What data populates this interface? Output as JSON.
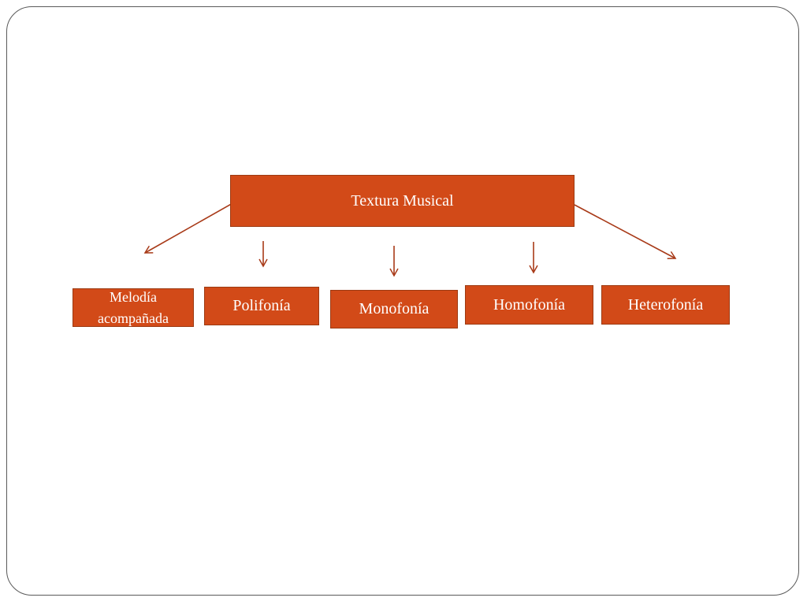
{
  "colors": {
    "box_fill": "#d24a18",
    "arrow": "#a83a18"
  },
  "root": {
    "label": "Textura Musical"
  },
  "children": [
    {
      "label": "Melodía acompañada"
    },
    {
      "label": "Polifonía"
    },
    {
      "label": "Monofonía"
    },
    {
      "label": "Homofonía"
    },
    {
      "label": "Heterofonía"
    }
  ]
}
